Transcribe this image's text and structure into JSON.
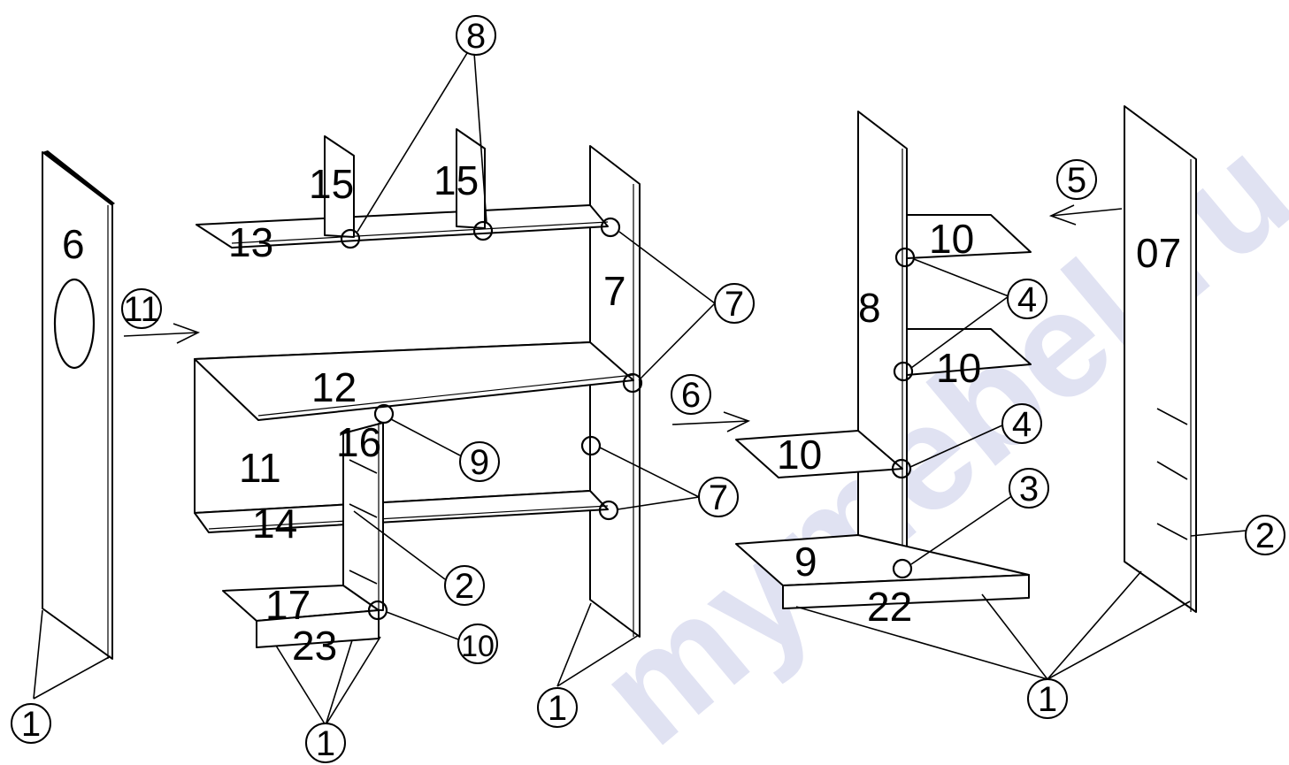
{
  "watermark": "mymebel.ru",
  "part_labels": {
    "p6": "6",
    "p13": "13",
    "p15a": "15",
    "p15b": "15",
    "p7": "7",
    "p12": "12",
    "p11": "11",
    "p16": "16",
    "p14": "14",
    "p17": "17",
    "p23": "23",
    "p8": "8",
    "p10a": "10",
    "p10b": "10",
    "p10c": "10",
    "p9": "9",
    "p22": "22",
    "p07": "07"
  },
  "callouts": {
    "c8": "8",
    "c11": "11",
    "c7a": "7",
    "c6": "6",
    "c9": "9",
    "c7b": "7",
    "c2a": "2",
    "c10": "10",
    "c1a": "1",
    "c1b": "1",
    "c1c": "1",
    "c1d": "1",
    "c5": "5",
    "c4a": "4",
    "c4b": "4",
    "c3": "3",
    "c2b": "2"
  }
}
